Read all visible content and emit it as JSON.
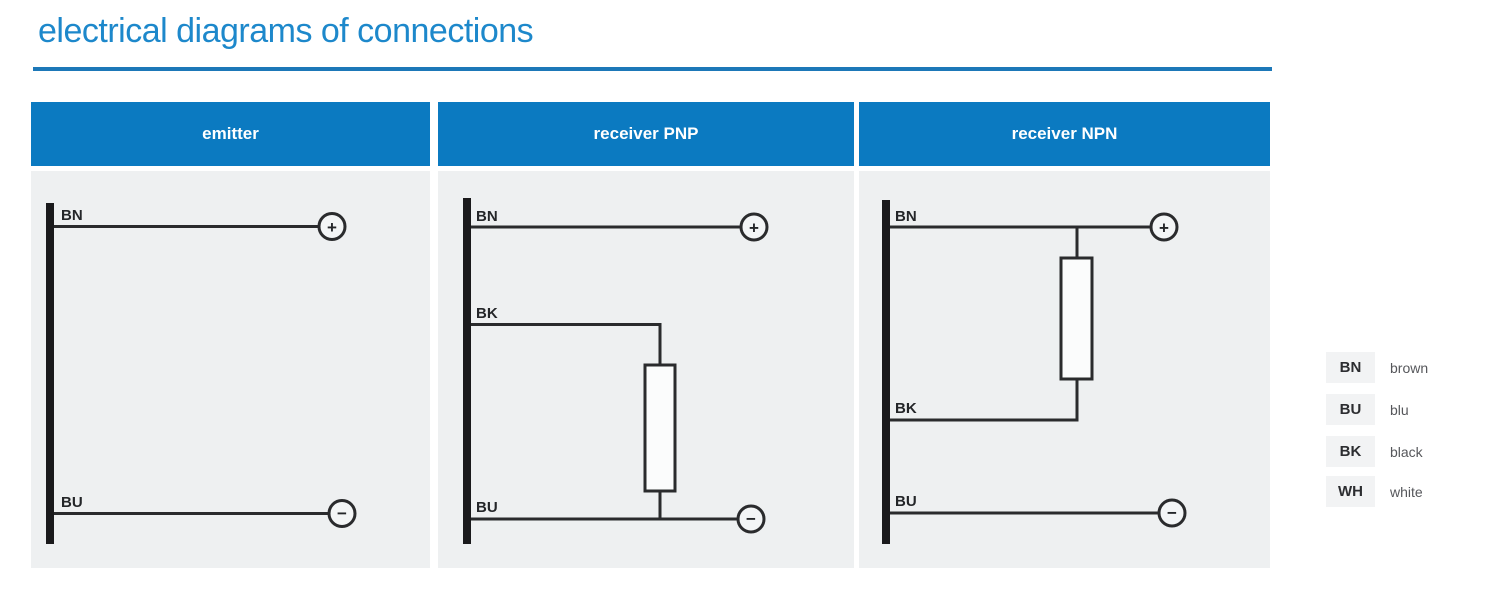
{
  "page": {
    "title": "electrical diagrams of connections"
  },
  "panels": [
    {
      "title": "emitter",
      "wires": {
        "top": {
          "label": "BN",
          "terminal": "+"
        },
        "bottom": {
          "label": "BU",
          "terminal": "−"
        }
      }
    },
    {
      "title": "receiver PNP",
      "wires": {
        "top": {
          "label": "BN",
          "terminal": "+"
        },
        "middle": {
          "label": "BK"
        },
        "bottom": {
          "label": "BU",
          "terminal": "−"
        }
      }
    },
    {
      "title": "receiver NPN",
      "wires": {
        "top": {
          "label": "BN",
          "terminal": "+"
        },
        "middle": {
          "label": "BK"
        },
        "bottom": {
          "label": "BU",
          "terminal": "−"
        }
      }
    }
  ],
  "legend": {
    "items": [
      {
        "code": "BN",
        "name": "brown"
      },
      {
        "code": "BU",
        "name": "blu"
      },
      {
        "code": "BK",
        "name": "black"
      },
      {
        "code": "WH",
        "name": "white"
      }
    ]
  },
  "colors": {
    "title_blue": "#1d88cb",
    "header_blue": "#0b7ac1",
    "rule_blue": "#1d78b8",
    "panel_bg": "#eef0f1",
    "line_black": "#2a2b2d"
  }
}
